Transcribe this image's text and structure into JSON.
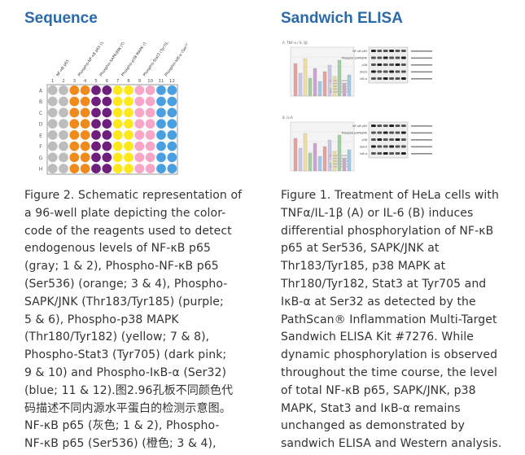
{
  "left": {
    "heading": "Sequence",
    "figure": {
      "column_labels": [
        "NF-κB p65",
        "Phospho-NF-κB p65 (Ser536)",
        "Phospho-SAPK/JNK (Thr183/Tyr185)",
        "Phospho-p38 MAPK (Thr180/Tyr182)",
        "Phospho-Stat3 (Tyr705)",
        "Phospho-IκB-α (Ser32)"
      ],
      "column_numbers": [
        "1",
        "2",
        "3",
        "4",
        "5",
        "6",
        "7",
        "8",
        "9",
        "10",
        "11",
        "12"
      ],
      "row_letters": [
        "A",
        "B",
        "C",
        "D",
        "E",
        "F",
        "G",
        "H"
      ],
      "well_colors": [
        "#bdbdbd",
        "#bdbdbd",
        "#f08a1c",
        "#f08a1c",
        "#6e1f7c",
        "#6e1f7c",
        "#ffe81a",
        "#ffe81a",
        "#f7a6c8",
        "#f7a6c8",
        "#4a9fe0",
        "#4a9fe0"
      ]
    },
    "caption": "Figure 2. Schematic representation of\na 96-well plate depicting the color-\ncode of the reagents used to detect\nendogenous levels of NF-κB p65\n(gray; 1 & 2), Phospho-NF-κB p65\n(Ser536) (orange; 3 & 4), Phospho-\nSAPK/JNK (Thr183/Tyr185) (purple;\n5 & 6), Phospho-p38 MAPK\n(Thr180/Tyr182) (yellow; 7 & 8),\nPhospho-Stat3 (Tyr705) (dark pink;\n9 & 10) and Phospho-IκB-α (Ser32)\n(blue; 11 & 12).图2.96孔板不同颜色代\n码描述不同内源水平蛋白的检测示意图。\nNF-κB p65 (灰色; 1 & 2), Phospho-\nNF-κB p65 (Ser536) (橙色; 3 & 4),"
  },
  "right": {
    "heading": "Sandwich ELISA",
    "figure": {
      "panel_a_label": "A. TNF-α / IL-1β",
      "panel_b_label": "B. IL-6",
      "blot_labels": [
        "NF-κB p65",
        "Phospho-SAPK/JNK",
        "p38",
        "Stat3",
        "IκB-α"
      ],
      "bar_colors": [
        "#e8a0a0",
        "#c8c8e8",
        "#f0e0a0",
        "#a0d0a0",
        "#d0a0d0",
        "#a0c8e8"
      ]
    },
    "caption": "Figure 1. Treatment of HeLa cells with\nTNFα/IL-1β (A) or IL-6 (B) induces\ndifferential phosphorylation of NF-κB\np65 at Ser536, SAPK/JNK at\nThr183/Tyr185, p38 MAPK at\nThr180/Tyr182, Stat3 at Tyr705 and\nIκB-α at Ser32 as detected by the\nPathScan® Inflammation Multi-Target\nSandwich ELISA Kit #7276. While\ndynamic phosphorylation is observed\nthroughout the time course, the level\nof total NF-κB p65, SAPK/JNK, p38\nMAPK, Stat3 and IκB-α remains\nunchanged as demonstrated by\nsandwich ELISA and Western analysis."
  }
}
